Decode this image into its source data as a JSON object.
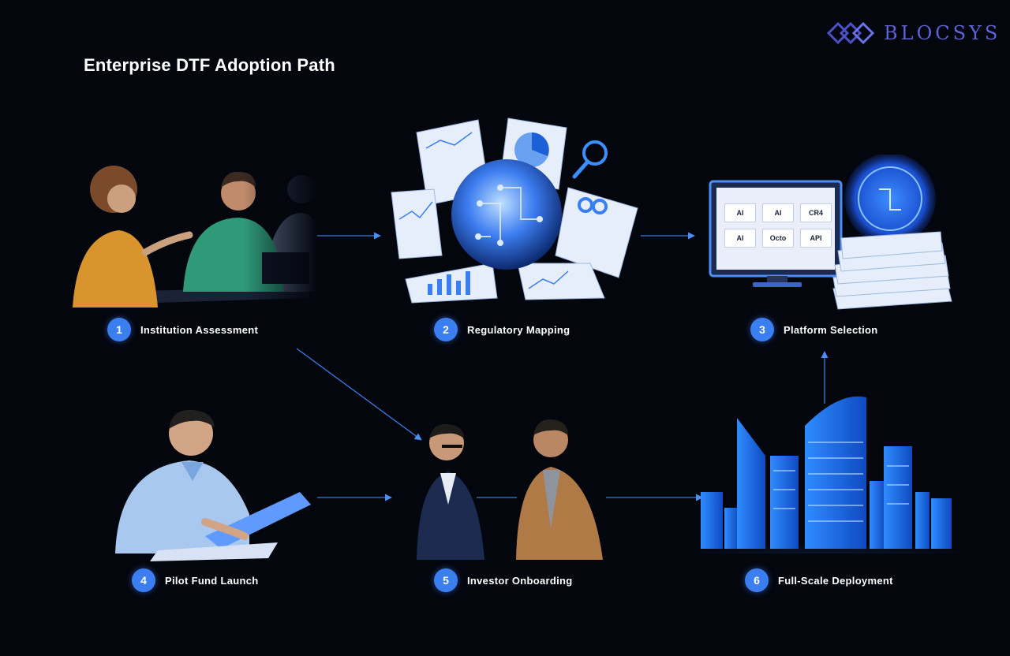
{
  "brand": {
    "name": "BLOCSYS",
    "logo_icon": "blocsys-logo-icon"
  },
  "title": "Enterprise DTF Adoption Path",
  "colors": {
    "background": "#04060e",
    "accent": "#3b7ef0",
    "brand": "#5b63d6"
  },
  "steps": [
    {
      "number": "1",
      "label": "Institution Assessment",
      "illustration": "team-meeting"
    },
    {
      "number": "2",
      "label": "Regulatory Mapping",
      "illustration": "documents-globe"
    },
    {
      "number": "3",
      "label": "Platform Selection",
      "illustration": "ai-dashboard-monitor"
    },
    {
      "number": "4",
      "label": "Pilot Fund Launch",
      "illustration": "person-laptop"
    },
    {
      "number": "5",
      "label": "Investor Onboarding",
      "illustration": "business-handshake"
    },
    {
      "number": "6",
      "label": "Full-Scale Deployment",
      "illustration": "glowing-city"
    }
  ],
  "dashboard_tiles": [
    "AI",
    "AI",
    "CR4",
    "AI",
    "Octo",
    "API"
  ]
}
